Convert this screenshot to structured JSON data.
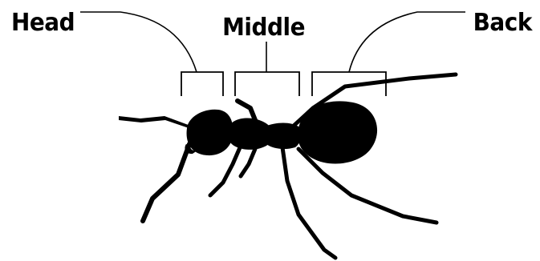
{
  "labels": {
    "head": "Head",
    "middle": "Middle",
    "back": "Back"
  },
  "colors": {
    "ink": "#000000",
    "background": "#ffffff"
  }
}
